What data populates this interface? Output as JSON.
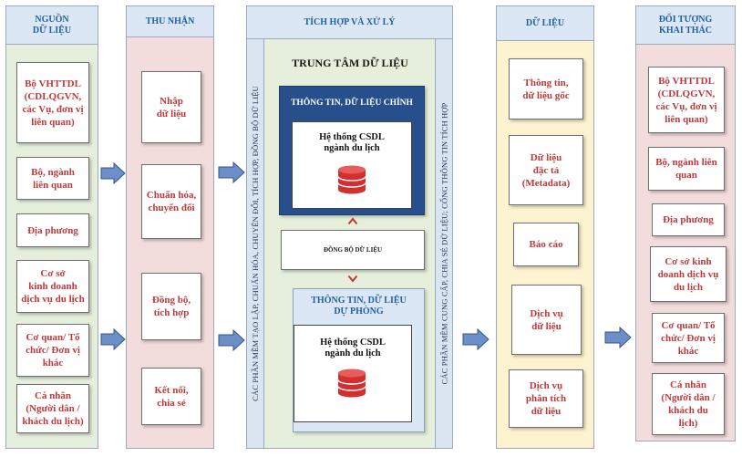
{
  "columns": {
    "sources": {
      "title": "NGUỒN\nDỮ LIỆU",
      "items": [
        "Bộ VHTTDL\n(CDLQGVN,\ncác Vụ, đơn vị\nliên quan)",
        "Bộ, ngành\nliên quan",
        "Địa phương",
        "Cơ sở\nkinh doanh\ndịch vụ du lịch",
        "Cơ quan/ Tổ\nchức/ Đơn vị\nkhác",
        "Cá nhân\n(Người dân /\nkhách du lịch)"
      ]
    },
    "intake": {
      "title": "THU NHẬN",
      "items": [
        "Nhập\ndữ liệu",
        "Chuẩn hóa,\nchuyển đổi",
        "Đồng bộ,\ntích hợp",
        "Kết nối,\nchia sẻ"
      ]
    },
    "integration": {
      "title": "TÍCH HỢP VÀ XỬ LÝ",
      "left_vertical": "CÁC PHẦN MỀM TẠO LẬP, CHUẨN HÓA, CHUYỂN ĐỔI, TÍCH HỢP, ĐỒNG BỘ DỮ LIỆU",
      "right_vertical": "CÁC PHẦN MỀM CUNG CẤP, CHIA SẺ DỮ LIỆU; CỔNG THÔNG TIN TÍCH HỢP",
      "center_title": "TRUNG TÂM DỮ LIỆU",
      "primary_title": "THÔNG TIN, DỮ LIỆU CHÍNH",
      "primary_db": "Hệ thống CSDL\nngành du lịch",
      "sync_label": "ĐỒNG BỘ DỮ LIỆU",
      "backup_title": "THÔNG TIN, DỮ LIỆU\nDỰ PHÒNG",
      "backup_db": "Hệ thống CSDL\nngành du lịch"
    },
    "data": {
      "title": "DỮ LIỆU",
      "items": [
        "Thông tin,\ndữ liệu gốc",
        "Dữ liệu\nđặc tả\n(Metadata)",
        "Báo cáo",
        "Dịch vụ\ndữ liệu",
        "Dịch vụ\nphân tích\ndữ liệu"
      ]
    },
    "consumers": {
      "title": "ĐỐI TƯỢNG\nKHAI THÁC",
      "items": [
        "Bộ VHTTDL\n(CDLQGVN,\ncác Vụ, đơn vị\nliên quan)",
        "Bộ, ngành liên\nquan",
        "Địa phương",
        "Cơ sở kinh\ndoanh dịch vụ\ndu lịch",
        "Cơ quan/ Tổ\nchức/ Đơn vị\nkhác",
        "Cá nhân\n(Người dân /\nkhách du\nlịch)"
      ]
    }
  },
  "colors": {
    "sources_bg": "#e6efdb",
    "intake_bg": "#f3dcdc",
    "integration_bg": "#e6efdb",
    "vertical_bg": "#dbe5f1",
    "data_bg": "#fdf3d0",
    "consumers_bg": "#f3dcdc",
    "accent_red": "#c0393b",
    "header_blue": "#1f5fa6",
    "dark_blue": "#264f8c"
  }
}
